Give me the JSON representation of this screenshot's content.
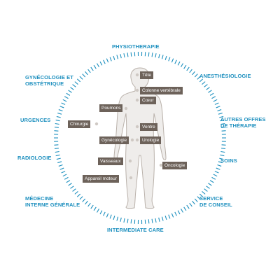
{
  "colors": {
    "accent": "#1e90bf",
    "tag_bg": "#6d625a",
    "tag_text": "#ffffff",
    "body_fill": "#efedeb",
    "body_stroke": "#b9b1aa"
  },
  "icon": "human-body-figure",
  "specialties": {
    "physiotherapie": [
      "PHYSIOTHERAPIE"
    ],
    "anesthesiologie": [
      "ANESTHÉSIOLOGIE"
    ],
    "autres_offres": [
      "AUTRES OFFRES",
      "DE THÉRAPIE"
    ],
    "soins": [
      "SOINS"
    ],
    "service_conseil": [
      "SERVICE",
      "DE CONSEIL"
    ],
    "intermediate_care": [
      "INTERMEDIATE CARE"
    ],
    "medecine_interne": [
      "MÉDECINE",
      "INTERNE GÉNÉRALE"
    ],
    "radiologie": [
      "RADIOLOGIE"
    ],
    "urgences": [
      "URGENCES"
    ],
    "gynecologie_obstetrique": [
      "GYNÉCOLOGIE ET",
      "OBSTÉTRIQUE"
    ]
  },
  "body_parts": {
    "tete": "Tête",
    "colonne": "Colonne vertébrale",
    "coeur": "Cœur",
    "poumons": "Poumons",
    "chirurgie": "Chirurgie",
    "ventre": "Ventre",
    "gynecologie": "Gynécologie",
    "urologie": "Urologie",
    "vaisseaux": "Vaisseaux",
    "appareil_moteur": "Appareil moteur",
    "oncologie": "Oncologie"
  }
}
